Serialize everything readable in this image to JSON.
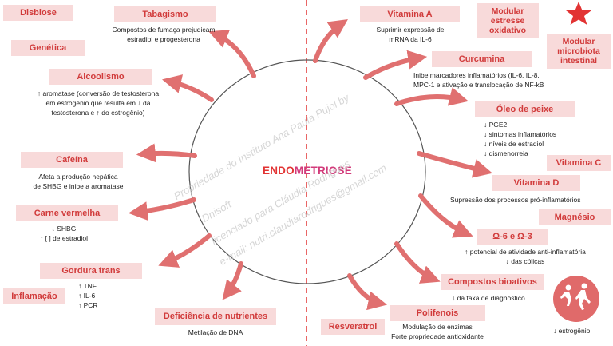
{
  "center": {
    "title_part1": "ENDO",
    "title_part2": "METRIOSE"
  },
  "left": {
    "disbiose": "Disbiose",
    "genetica": "Genética",
    "tabagismo": "Tabagismo",
    "tabagismo_desc1": "Compostos de fumaça prejudicam",
    "tabagismo_desc2": "estradiol e progesterona",
    "alcoolismo": "Alcoolismo",
    "alcool_desc1": "↑ aromatase (conversão de testosterona",
    "alcool_desc2": "em estrogênio que resulta em ↓ da",
    "alcool_desc3": "testosterona e ↑ do estrogênio)",
    "cafeina": "Cafeína",
    "cafeina_desc1": "Afeta a produção hepática",
    "cafeina_desc2": "de SHBG e inibe a aromatase",
    "carne": "Carne vermelha",
    "carne_desc1": "↓ SHBG",
    "carne_desc2": "↑ [ ] de estradiol",
    "gordura": "Gordura trans",
    "inflamacao": "Inflamação",
    "gordura_desc1": "↑ TNF",
    "gordura_desc2": "↑ IL-6",
    "gordura_desc3": "↑ PCR",
    "deficiencia": "Deficiência de nutrientes",
    "deficiencia_desc": "Metilação de DNA"
  },
  "right": {
    "vitamina_a": "Vitamina A",
    "vitamina_a_desc1": "Suprimir expressão de",
    "vitamina_a_desc2": "mRNA da IL-6",
    "modular_estresse": "Modular estresse oxidativo",
    "modular_microbiota": "Modular microbiota intestinal",
    "curcumina": "Curcumina",
    "curcumina_desc1": "Inibe marcadores inflamatórios (IL-6, IL-8,",
    "curcumina_desc2": "MPC-1 e ativação e translocação de NF-kB",
    "oleo": "Óleo de peixe",
    "oleo_desc1": "↓ PGE2,",
    "oleo_desc2": "↓ sintomas inflamatórios",
    "oleo_desc3": "↓ níveis de estradiol",
    "oleo_desc4": "↓ dismenorreia",
    "vitamina_c": "Vitamina C",
    "vitamina_d": "Vitamina D",
    "vitamina_d_desc": "Supressão dos processos pró-inflamatórios",
    "magnesio": "Magnésio",
    "omega": "Ω-6 e Ω-3",
    "omega_desc1": "↑ potencial de atividade anti-inflamatória",
    "omega_desc2": "↓ das cólicas",
    "compostos": "Compostos bioativos",
    "compostos_desc": "↓ da taxa de diagnóstico",
    "resveratrol": "Resveratrol",
    "polifenois": "Polifenois",
    "polifenois_desc1": "Modulação de enzimas",
    "polifenois_desc2": "Forte propriedade antioxidante",
    "exercicio_desc": "↓ estrogênio"
  },
  "watermark": {
    "line1": "Propriedade do Instituto Ana Paula Pujol by",
    "line2": "Dnisoft",
    "line3": "licenciado para Cláudia Rodrigues",
    "line4": "e-mail: nutri.claudiarodrigues@gmail.com"
  },
  "colors": {
    "accent": "#d13b3b",
    "box_bg": "#f8dada",
    "arrow": "#e07070",
    "divider": "#e23333"
  }
}
